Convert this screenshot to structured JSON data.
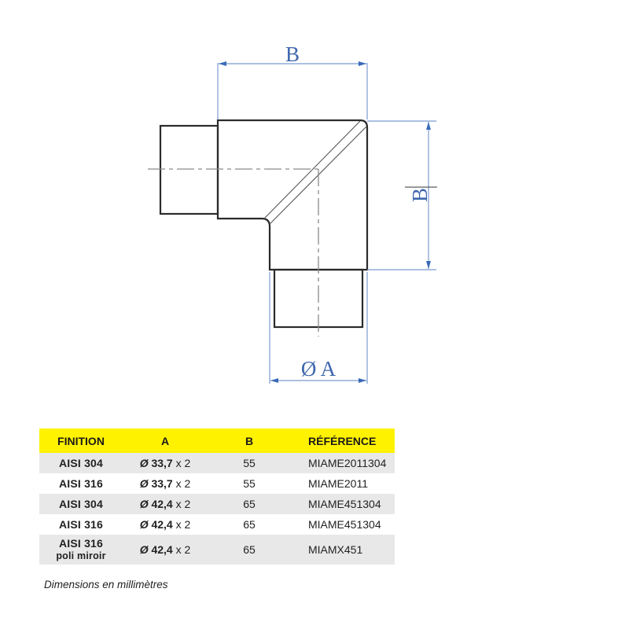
{
  "drawing": {
    "title": "90° elbow technical drawing",
    "labels": {
      "width_dimension": "B",
      "height_dimension": "B",
      "diameter_dimension": "Ø A"
    },
    "colors": {
      "outline": "#2b2b2b",
      "dimension_line": "#7b9bd0",
      "dimension_text": "#3f67ad",
      "center_line": "#8a8a8a"
    }
  },
  "table": {
    "header_color": "#fff200",
    "shade_color": "#e8e8e8",
    "headers": {
      "finition": "FINITION",
      "a": "A",
      "b": "B",
      "reference": "RÉFÉRENCE"
    },
    "rows": [
      {
        "finition": "AISI 304",
        "finition_sub": "",
        "diameter_symbol": "Ø",
        "a_value": "33,7",
        "a_suffix": " x 2",
        "b": "55",
        "reference": "MIAME2011304"
      },
      {
        "finition": "AISI 316",
        "finition_sub": "",
        "diameter_symbol": "Ø",
        "a_value": "33,7",
        "a_suffix": " x 2",
        "b": "55",
        "reference": "MIAME2011"
      },
      {
        "finition": "AISI 304",
        "finition_sub": "",
        "diameter_symbol": "Ø",
        "a_value": "42,4",
        "a_suffix": " x 2",
        "b": "65",
        "reference": "MIAME451304"
      },
      {
        "finition": "AISI 316",
        "finition_sub": "",
        "diameter_symbol": "Ø",
        "a_value": "42,4",
        "a_suffix": " x 2",
        "b": "65",
        "reference": "MIAME451304"
      },
      {
        "finition": "AISI 316",
        "finition_sub": "poli miroir",
        "diameter_symbol": "Ø",
        "a_value": "42,4",
        "a_suffix": " x 2",
        "b": "65",
        "reference": "MIAMX451"
      }
    ]
  },
  "footnote": "Dimensions en millimètres"
}
